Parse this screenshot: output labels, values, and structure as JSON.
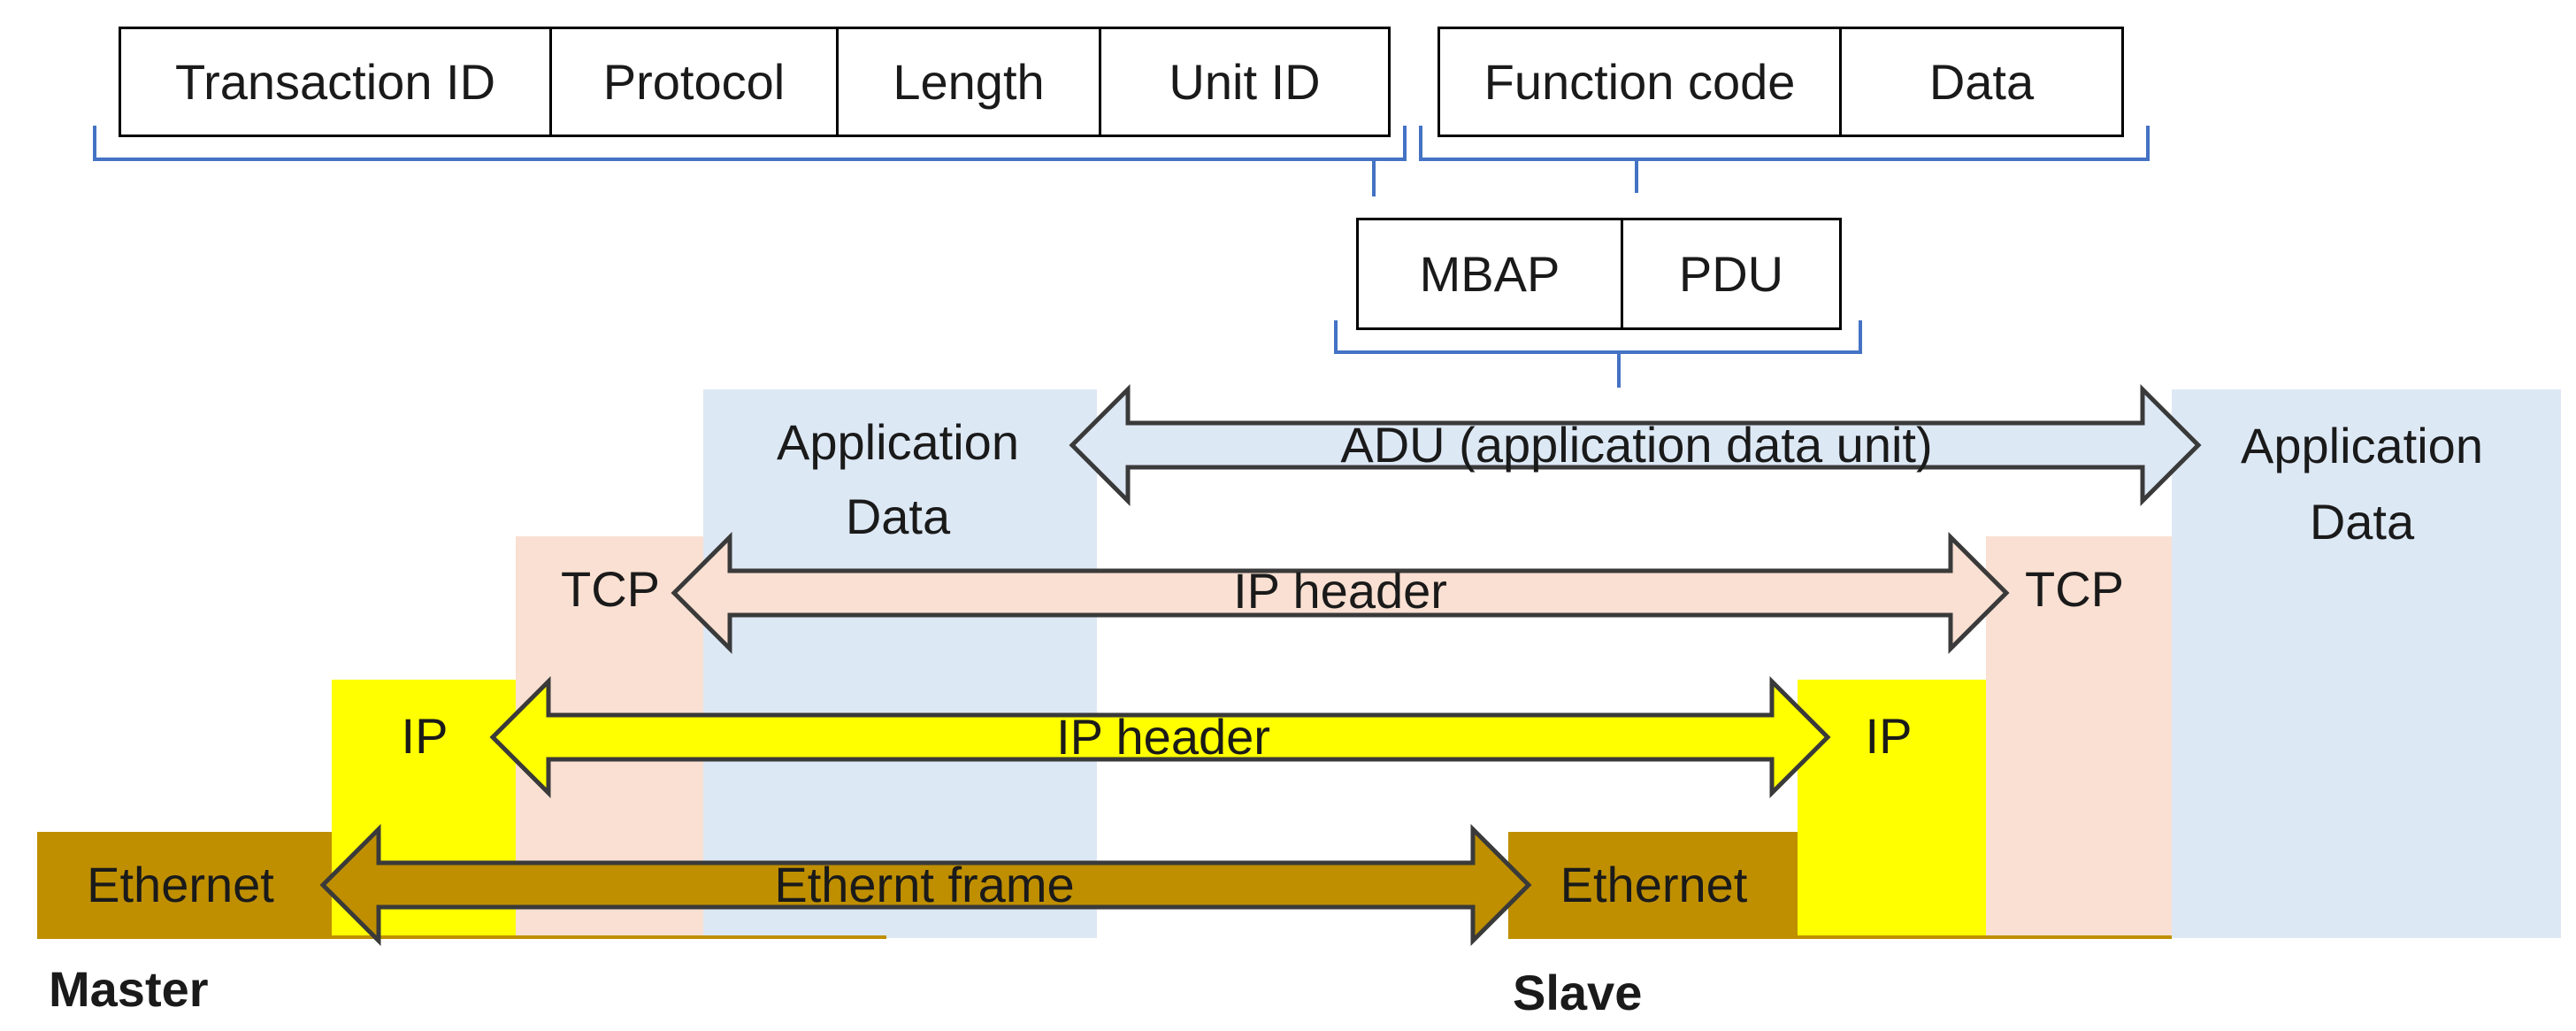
{
  "mbap_fields": [
    "Transaction ID",
    "Protocol",
    "Length",
    "Unit ID"
  ],
  "pdu_fields": [
    "Function code",
    "Data"
  ],
  "adu_parts": [
    "MBAP",
    "PDU"
  ],
  "layers": {
    "application": {
      "left_line1": "Application",
      "left_line2": "Data",
      "right_line1": "Application",
      "right_line2": "Data",
      "arrow_label": "ADU (application data unit)"
    },
    "tcp": {
      "left": "TCP",
      "right": "TCP",
      "arrow_label": "IP header"
    },
    "ip": {
      "left": "IP",
      "right": "IP",
      "arrow_label": "IP header"
    },
    "ethernet": {
      "left": "Ethernet",
      "right": "Ethernet",
      "arrow_label": "Ethernt frame"
    }
  },
  "nodes": {
    "left": "Master",
    "right": "Slave"
  },
  "colors": {
    "application": "#dde8f5",
    "tcp": "#f9e0d2",
    "ip": "#ffff00",
    "ethernet": "#bf8f00",
    "bracket": "#4472c4",
    "arrow_app": "#dde8f5",
    "arrow_tcp": "#f9e0d2"
  }
}
